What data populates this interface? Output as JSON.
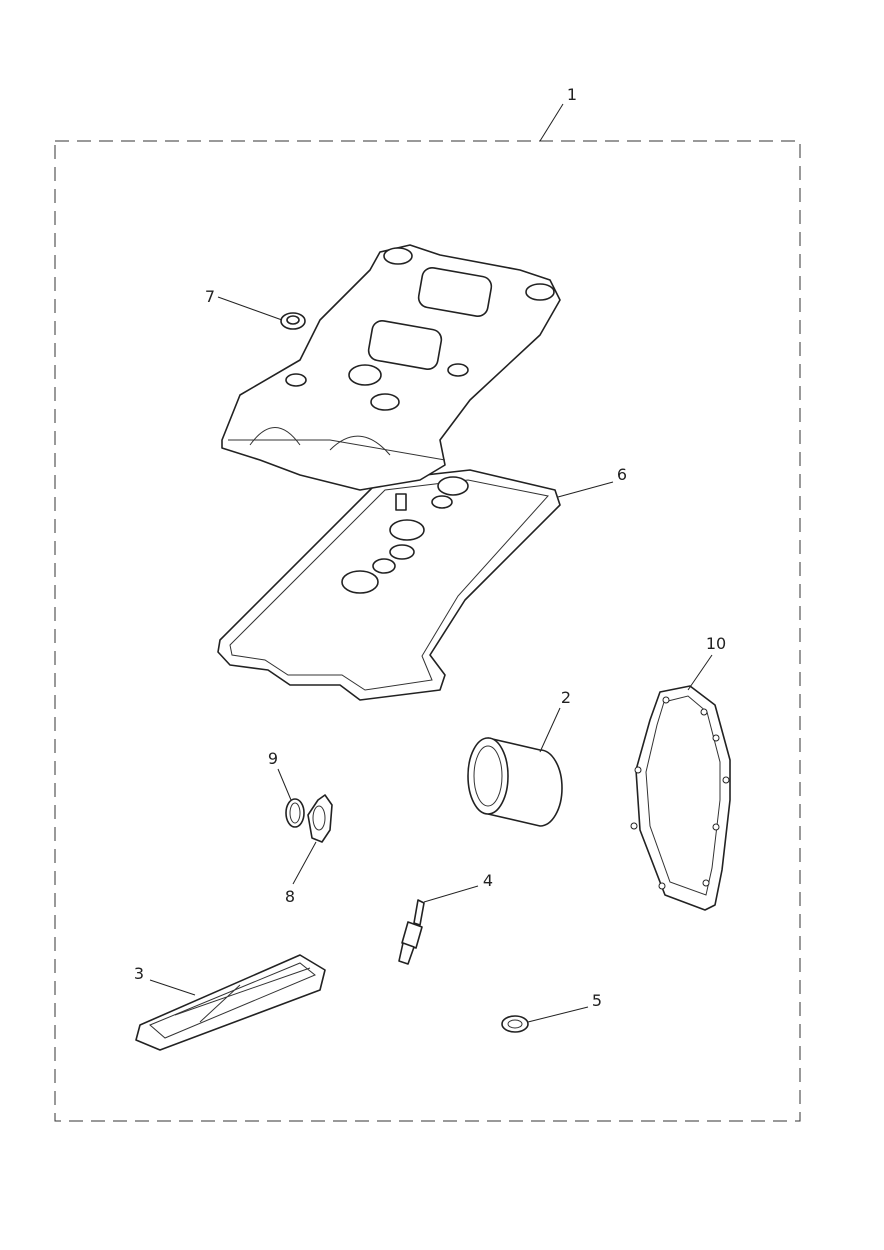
{
  "diagram": {
    "kit_callout": "1",
    "parts": [
      {
        "id": "2",
        "label": "2",
        "name": "oil-filter"
      },
      {
        "id": "3",
        "label": "3",
        "name": "air-filter"
      },
      {
        "id": "4",
        "label": "4",
        "name": "spark-plug"
      },
      {
        "id": "5",
        "label": "5",
        "name": "sump-plug-washer"
      },
      {
        "id": "6",
        "label": "6",
        "name": "cam-cover-gasket"
      },
      {
        "id": "7",
        "label": "7",
        "name": "seal"
      },
      {
        "id": "8",
        "label": "8",
        "name": "gasket"
      },
      {
        "id": "9",
        "label": "9",
        "name": "o-ring"
      },
      {
        "id": "10",
        "label": "10",
        "name": "clutch-cover-gasket"
      }
    ]
  }
}
